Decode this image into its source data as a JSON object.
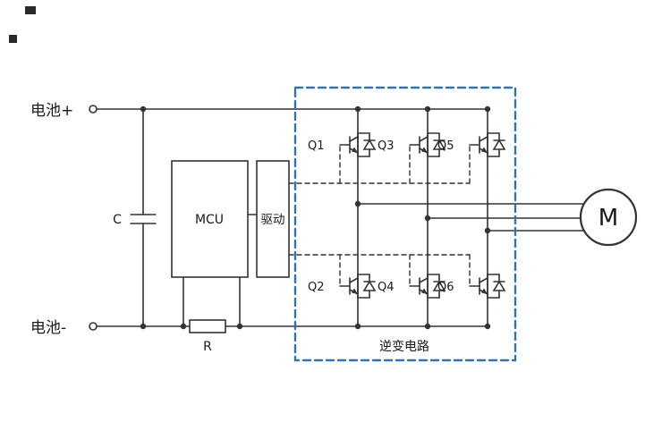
{
  "diagram": {
    "battery_plus": "电池+",
    "battery_minus": "电池-",
    "capacitor_label": "C",
    "mcu_label": "MCU",
    "driver_label": "驱动",
    "resistor_label": "R",
    "inverter_label": "逆变电路",
    "motor_label": "M",
    "transistors": {
      "q1": "Q1",
      "q2": "Q2",
      "q3": "Q3",
      "q4": "Q4",
      "q5": "Q5",
      "q6": "Q6"
    }
  },
  "colors": {
    "wire": "#333333",
    "inverter_box": "#2e75b6",
    "background": "#ffffff"
  }
}
